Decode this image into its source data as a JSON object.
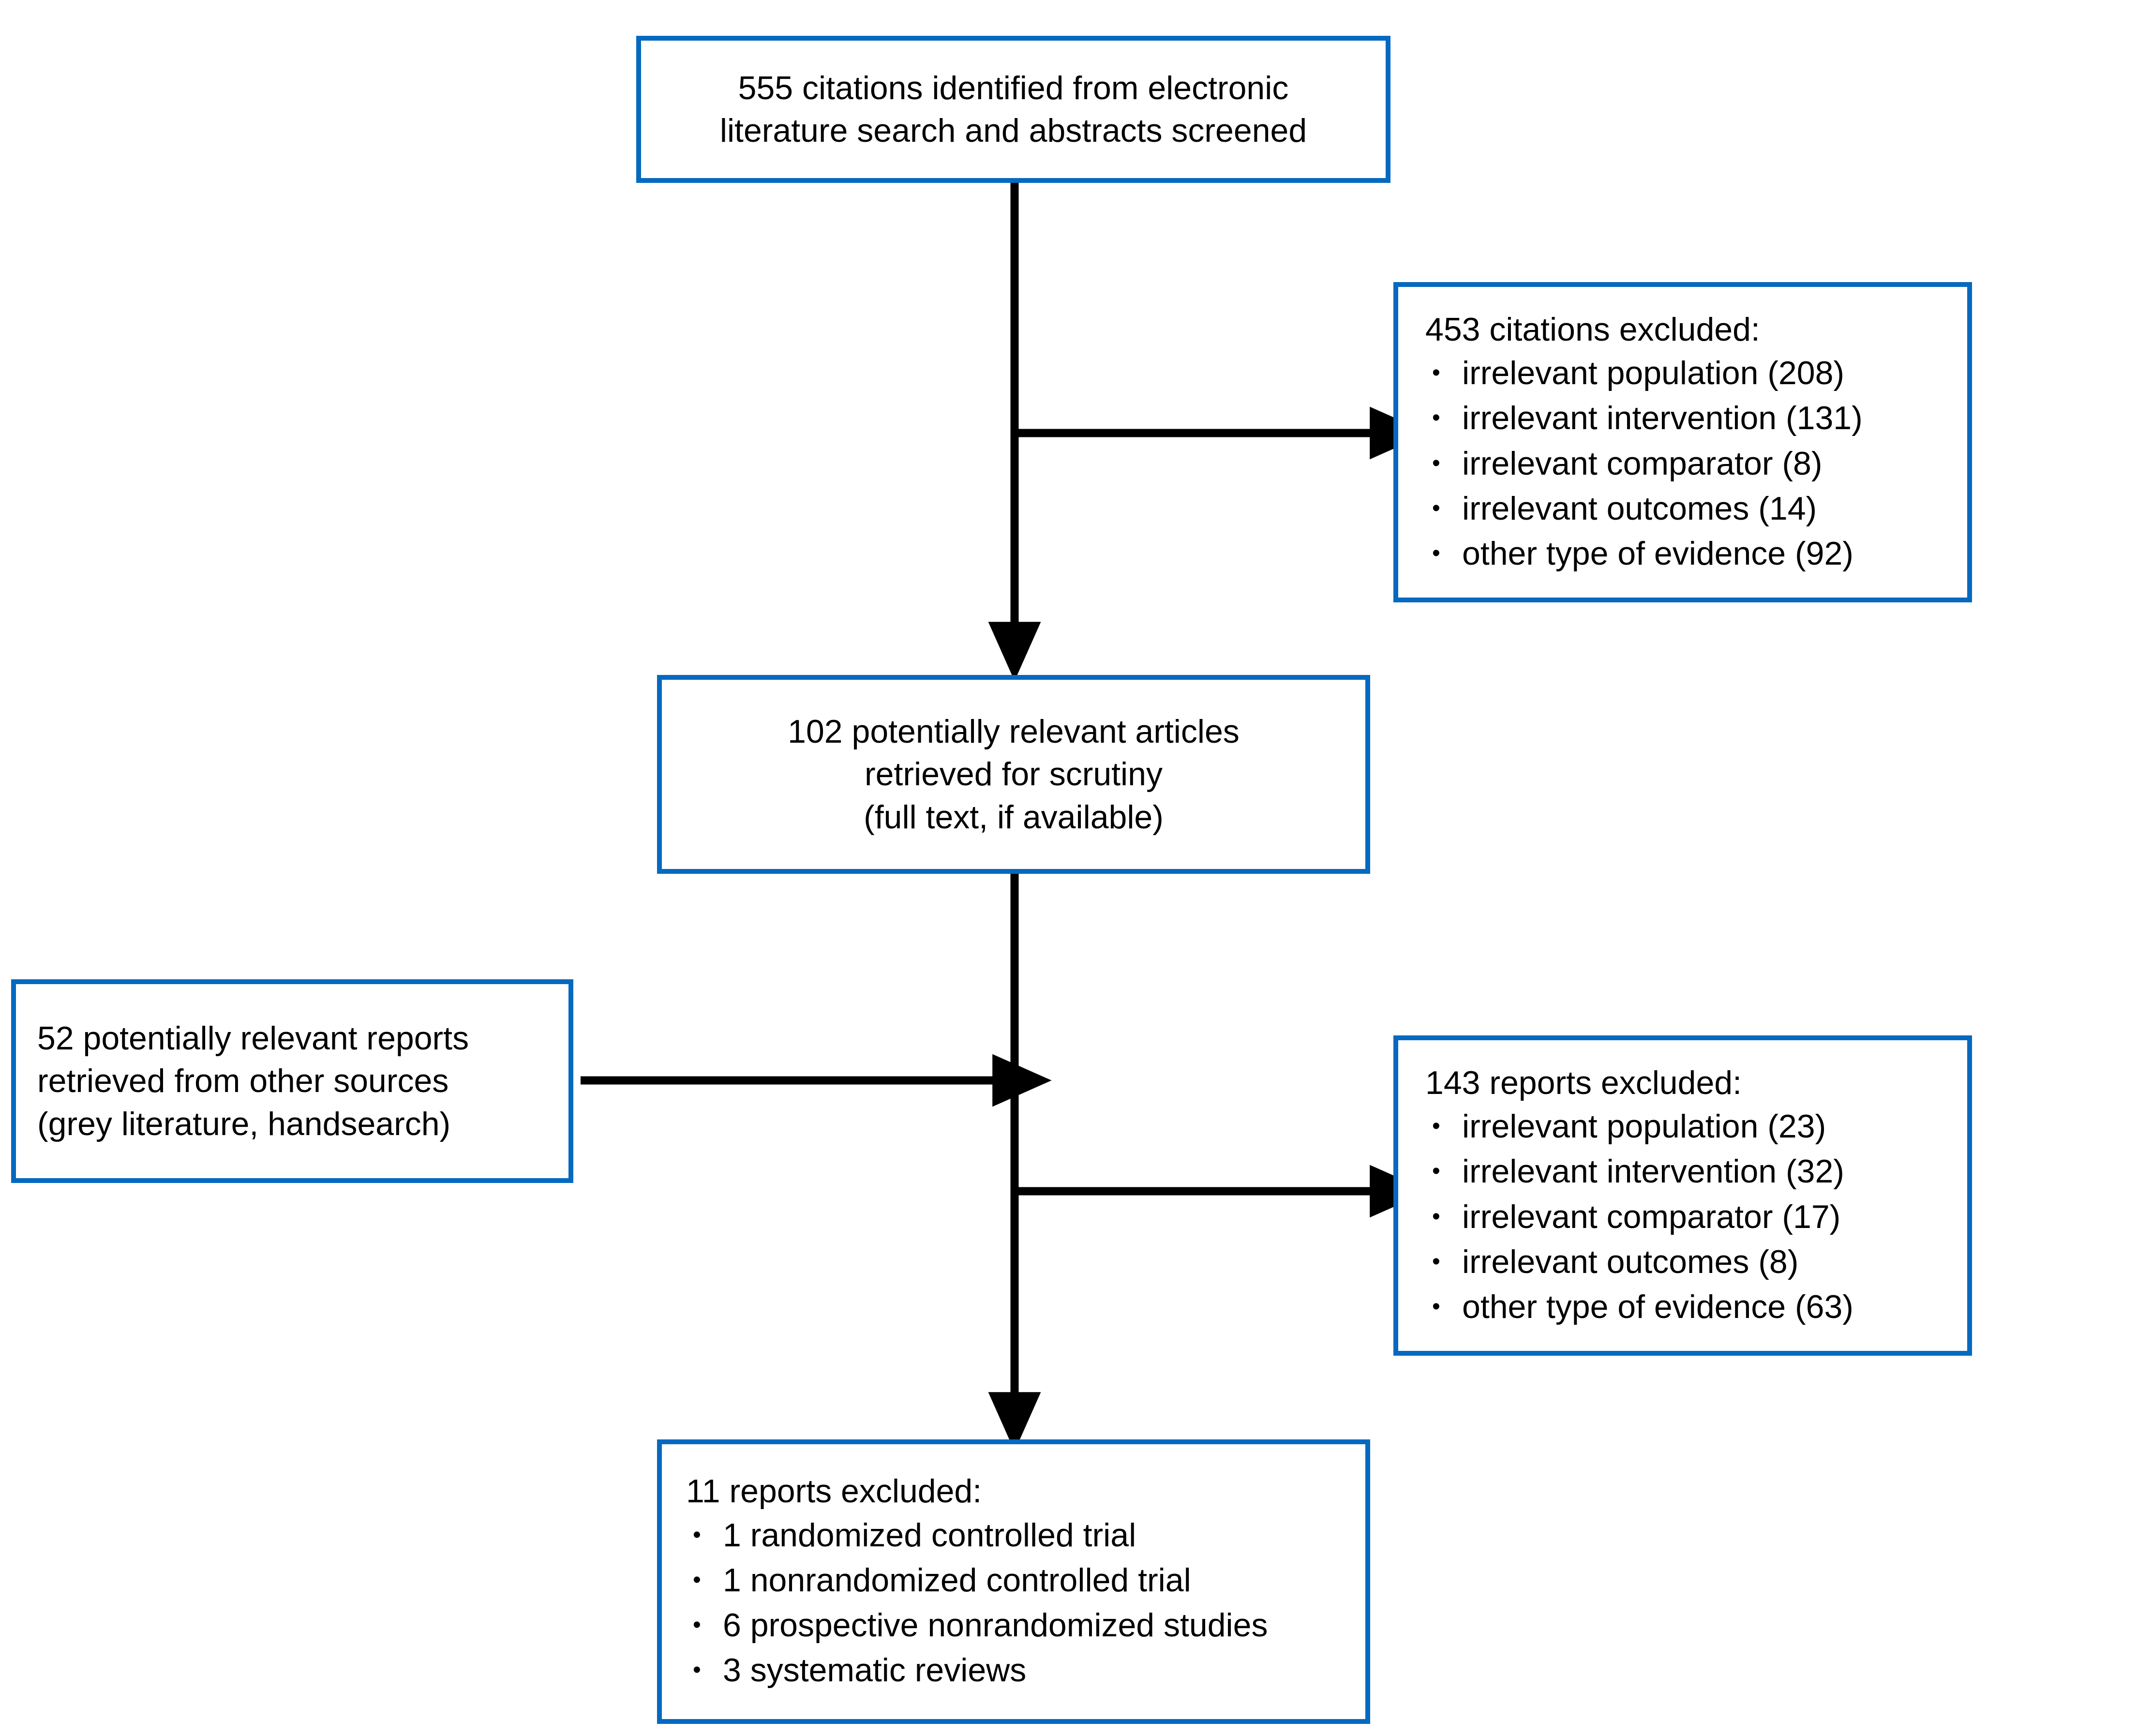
{
  "diagram": {
    "title": "PRISMA study selection flow diagram",
    "accent_color": "#0569c0",
    "line_color": "#000000",
    "background": "#ffffff"
  },
  "boxes": {
    "identified": {
      "name": "citations-identified-box",
      "lines": [
        "555 citations identified from electronic",
        "literature search and abstracts screened"
      ]
    },
    "excluded_citations": {
      "name": "citations-excluded-box",
      "heading": "453 citations excluded:",
      "items": [
        "irrelevant population (208)",
        "irrelevant intervention (131)",
        "irrelevant comparator (8)",
        "irrelevant outcomes (14)",
        "other type of evidence (92)"
      ]
    },
    "retrieved": {
      "name": "articles-retrieved-box",
      "lines": [
        "102 potentially relevant articles",
        "retrieved for scrutiny",
        "(full text, if available)"
      ]
    },
    "other_sources": {
      "name": "other-sources-box",
      "lines": [
        "52 potentially relevant reports",
        "retrieved from other sources",
        "(grey literature, handsearch)"
      ]
    },
    "excluded_reports": {
      "name": "reports-excluded-box",
      "heading": "143 reports excluded:",
      "items": [
        "irrelevant population (23)",
        "irrelevant intervention (32)",
        "irrelevant comparator (17)",
        "irrelevant outcomes (8)",
        "other type of evidence (63)"
      ]
    },
    "excluded_final": {
      "name": "final-reports-excluded-box",
      "heading": "11 reports excluded:",
      "items": [
        "1 randomized controlled trial",
        "1 nonrandomized controlled trial",
        "6 prospective nonrandomized studies",
        "3 systematic reviews"
      ]
    }
  },
  "connectors": [
    {
      "name": "identified-to-retrieved-arrow",
      "kind": "vertical-arrow-down"
    },
    {
      "name": "identified-to-excluded-citations-arrow",
      "kind": "horizontal-arrow-right"
    },
    {
      "name": "other-sources-to-spine-arrow",
      "kind": "horizontal-arrow-right"
    },
    {
      "name": "retrieved-to-excluded-reports-arrow",
      "kind": "horizontal-arrow-right"
    },
    {
      "name": "retrieved-to-final-excluded-arrow",
      "kind": "vertical-arrow-down"
    }
  ]
}
